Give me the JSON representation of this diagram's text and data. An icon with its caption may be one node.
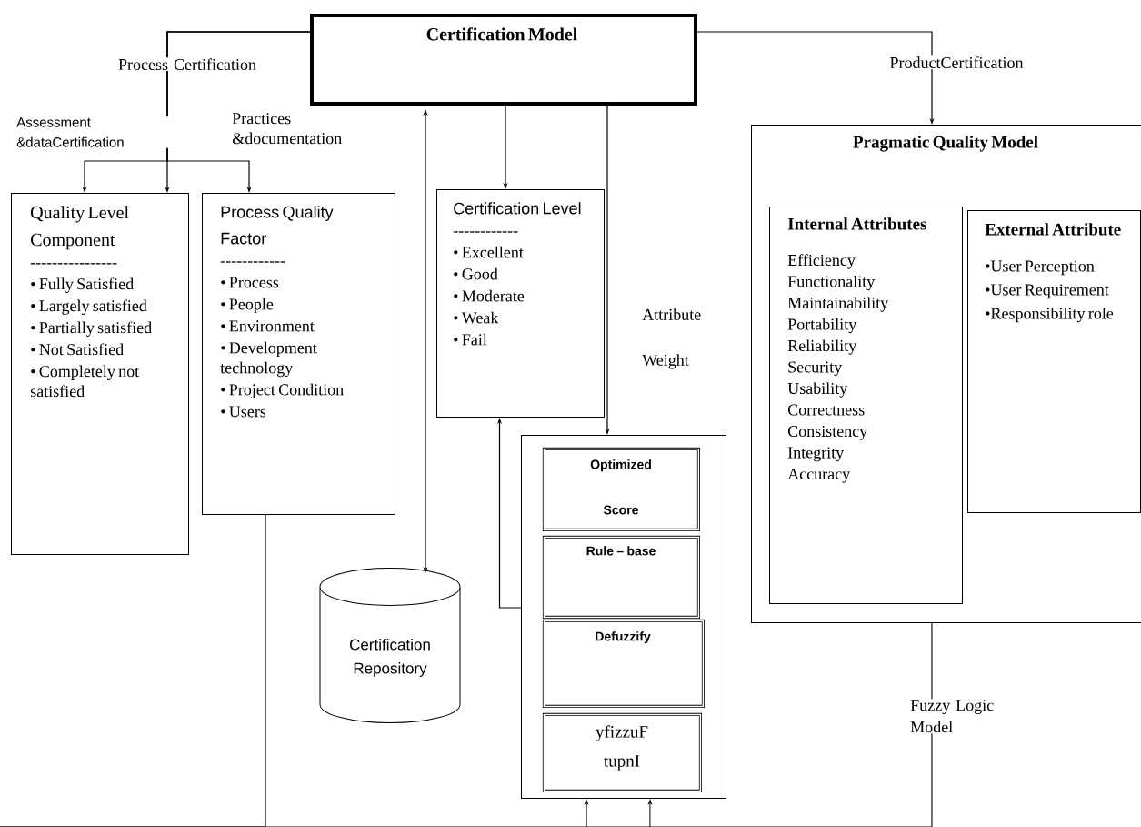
{
  "diagram": {
    "nodes": [
      {
        "text": [
          "Certification Model"
        ]
      },
      {
        "text": [
          "Quality Level Component",
          "----------------",
          "• Fully Satisfied",
          "• Largely satisfied",
          "• Partially satisfied",
          "• Not Satisfied",
          "• Completely not satisfied"
        ]
      },
      {
        "text": [
          "Process Quality Factor",
          "------------",
          "• Process",
          "• People",
          "• Environment",
          "• Development technology",
          "• Project Condition",
          "• Users"
        ]
      },
      {
        "text": [
          "Certification Level",
          "------------",
          "• Excellent",
          "• Good",
          "• Moderate",
          "• Weak",
          "• Fail"
        ]
      },
      {
        "text": [
          "Certification Repository"
        ]
      },
      {
        "text": [],
        "shape": "box"
      },
      {
        "text": [
          "Optimized Score"
        ],
        "in": 5
      },
      {
        "text": [
          "Rule – base"
        ],
        "in": 5
      },
      {
        "text": [
          "Defuzzify"
        ],
        "in": 5
      },
      {
        "text": [
          "yfizzuF tupnI"
        ],
        "in": 5
      },
      {
        "text": [
          "Pragmatic Quality Model"
        ]
      },
      {
        "text": [
          "Internal Attributes",
          "Efficiency",
          "Functionality",
          "Maintainability",
          "Portability",
          "Reliability",
          "Security",
          "Usability",
          "Correctness",
          "Consistency",
          "Integrity",
          "Accuracy"
        ],
        "in": 10
      },
      {
        "text": [
          "External Attribute",
          "•User Perception",
          "•User Requirement",
          "•Responsibility role"
        ],
        "in": 10
      }
    ],
    "edges": [
      {
        "from": 0,
        "to": 1,
        "arrow": "to",
        "label": "Process Certification"
      },
      {
        "from": 0,
        "to": 1,
        "arrow": "to",
        "label": "Assessment &dataCertification"
      },
      {
        "from": 0,
        "to": 2,
        "arrow": "to",
        "label": "Practices &documentation"
      },
      {
        "from": 0,
        "to": 3,
        "arrow": "to"
      },
      {
        "from": 0,
        "to": 4,
        "arrow": "both"
      },
      {
        "from": 0,
        "to": 5,
        "arrow": "to",
        "label": "Attribute Weight"
      },
      {
        "from": 0,
        "to": 10,
        "arrow": "to",
        "label": "ProductCertification"
      },
      {
        "from": 5,
        "to": 3,
        "arrow": "to"
      },
      {
        "from": 2,
        "to": null,
        "arrow": "none"
      },
      {
        "from": 10,
        "to": null,
        "arrow": "none"
      },
      {
        "from": null,
        "to": 5,
        "arrow": "to"
      },
      {
        "from": null,
        "to": 5,
        "arrow": "to"
      }
    ],
    "labels": [
      "Fuzzy Logic Model"
    ]
  }
}
